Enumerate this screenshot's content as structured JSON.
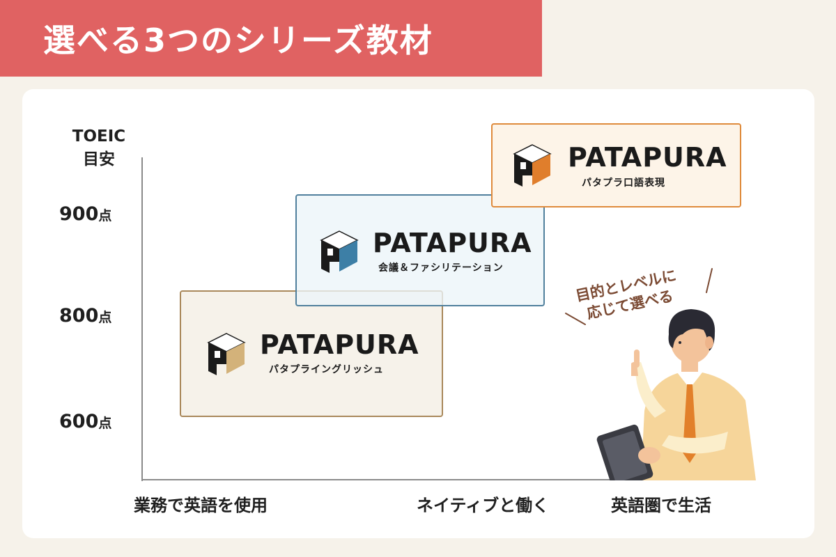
{
  "title": "選べる3つのシリーズ教材",
  "y_axis": {
    "title_line1": "TOEIC",
    "title_line2": "目安",
    "ticks": [
      {
        "num": "900",
        "unit": "点"
      },
      {
        "num": "800",
        "unit": "点"
      },
      {
        "num": "600",
        "unit": "点"
      }
    ]
  },
  "x_axis": {
    "ticks": [
      "業務で英語を使用",
      "ネイティブと働く",
      "英語圏で生活"
    ]
  },
  "series": [
    {
      "brand": "PATAPURA",
      "name": "パタプライングリッシュ",
      "color": "#d3b27a"
    },
    {
      "brand": "PATAPURA",
      "name": "会議＆ファシリテーション",
      "color": "#3d7fa6"
    },
    {
      "brand": "PATAPURA",
      "name": "パタプラ口語表現",
      "color": "#e07e2c"
    }
  ],
  "speech": {
    "line1": "目的とレベルに",
    "line2": "応じて選べる"
  },
  "colors": {
    "banner": "#e06262",
    "background": "#f6f2ea",
    "speech": "#7b4a33"
  }
}
